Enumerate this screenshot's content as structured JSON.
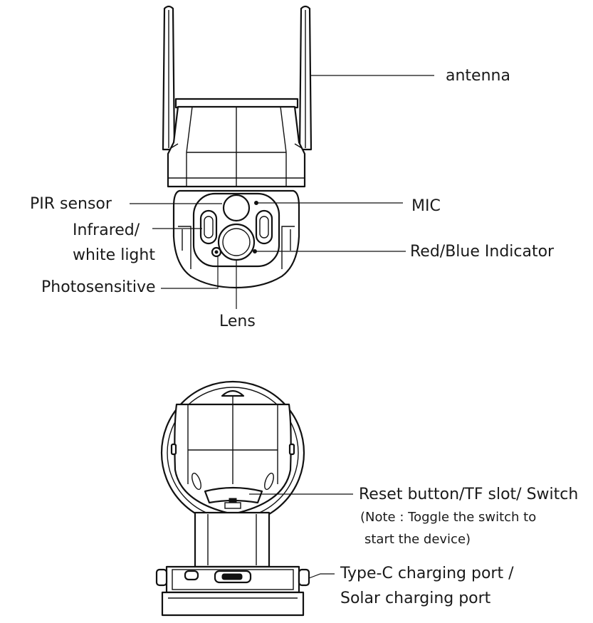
{
  "front_view": {
    "labels": {
      "antenna": "antenna",
      "pir_sensor": "PIR sensor",
      "infrared_line1": "Infrared/",
      "infrared_line2": "white light",
      "photosensitive": "Photosensitive",
      "lens": "Lens",
      "mic": "MIC",
      "indicator": "Red/Blue Indicator"
    }
  },
  "bottom_view": {
    "labels": {
      "reset": "Reset button/TF slot/ Switch",
      "note_line1": "(Note : Toggle the switch to",
      "note_line2": "start the device)",
      "typec_line1": "Type-C charging port /",
      "typec_line2": "Solar charging port"
    }
  },
  "colors": {
    "line": "#111111",
    "text": "#1a1a1a",
    "background": "#ffffff"
  }
}
